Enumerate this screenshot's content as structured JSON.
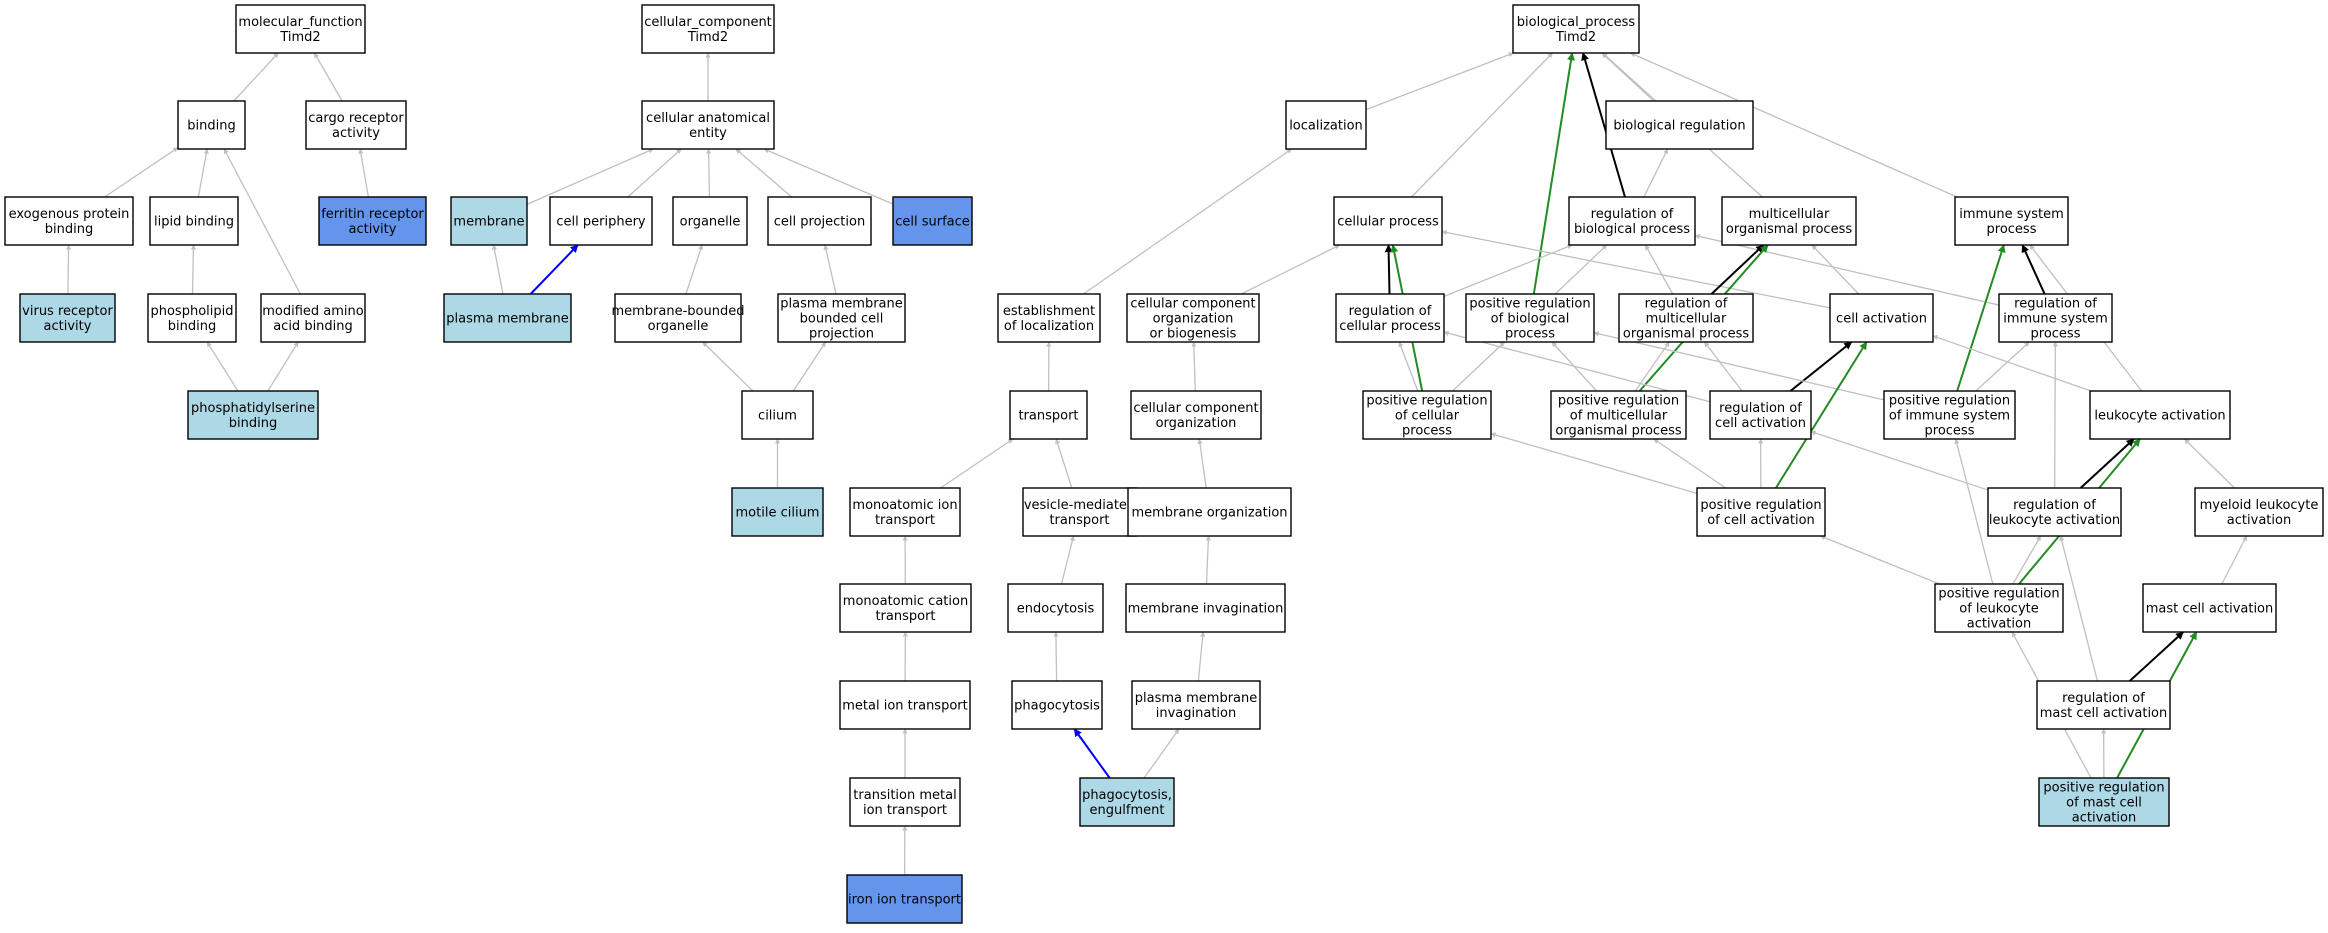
{
  "colors": {
    "white_fill": "#ffffff",
    "light_blue_fill": "#add8e6",
    "blue_fill": "#6495ed",
    "is_a_edge": "#c0c0c0",
    "part_of_edge": "#0000ff",
    "regulates_edge": "#000000",
    "positively_regulates_edge": "#228b22"
  },
  "nodes": [
    {
      "id": "mf_root",
      "lines": [
        "molecular_function",
        "Timd2"
      ],
      "fill": "white"
    },
    {
      "id": "binding",
      "lines": [
        "binding"
      ],
      "fill": "white"
    },
    {
      "id": "cargo_receptor",
      "lines": [
        "cargo receptor",
        "activity"
      ],
      "fill": "white"
    },
    {
      "id": "exo_protein_binding",
      "lines": [
        "exogenous protein",
        "binding"
      ],
      "fill": "white"
    },
    {
      "id": "lipid_binding",
      "lines": [
        "lipid binding"
      ],
      "fill": "white"
    },
    {
      "id": "ferritin_receptor",
      "lines": [
        "ferritin receptor",
        "activity"
      ],
      "fill": "blue"
    },
    {
      "id": "virus_receptor",
      "lines": [
        "virus receptor",
        "activity"
      ],
      "fill": "light_blue"
    },
    {
      "id": "phospholipid_binding",
      "lines": [
        "phospholipid",
        "binding"
      ],
      "fill": "white"
    },
    {
      "id": "modified_aa_binding",
      "lines": [
        "modified amino",
        "acid binding"
      ],
      "fill": "white"
    },
    {
      "id": "phosphatidylserine_binding",
      "lines": [
        "phosphatidylserine",
        "binding"
      ],
      "fill": "light_blue"
    },
    {
      "id": "cc_root",
      "lines": [
        "cellular_component",
        "Timd2"
      ],
      "fill": "white"
    },
    {
      "id": "cell_anat_entity",
      "lines": [
        "cellular anatomical",
        "entity"
      ],
      "fill": "white"
    },
    {
      "id": "membrane",
      "lines": [
        "membrane"
      ],
      "fill": "light_blue"
    },
    {
      "id": "cell_periphery",
      "lines": [
        "cell periphery"
      ],
      "fill": "white"
    },
    {
      "id": "organelle",
      "lines": [
        "organelle"
      ],
      "fill": "white"
    },
    {
      "id": "cell_projection",
      "lines": [
        "cell projection"
      ],
      "fill": "white"
    },
    {
      "id": "cell_surface",
      "lines": [
        "cell surface"
      ],
      "fill": "blue"
    },
    {
      "id": "plasma_membrane",
      "lines": [
        "plasma membrane"
      ],
      "fill": "light_blue"
    },
    {
      "id": "membrane_bounded_organelle",
      "lines": [
        "membrane-bounded",
        "organelle"
      ],
      "fill": "white"
    },
    {
      "id": "pm_bounded_cell_projection",
      "lines": [
        "plasma membrane",
        "bounded cell",
        "projection"
      ],
      "fill": "white"
    },
    {
      "id": "cilium",
      "lines": [
        "cilium"
      ],
      "fill": "white"
    },
    {
      "id": "motile_cilium",
      "lines": [
        "motile cilium"
      ],
      "fill": "light_blue"
    },
    {
      "id": "bp_root",
      "lines": [
        "biological_process",
        "Timd2"
      ],
      "fill": "white"
    },
    {
      "id": "localization",
      "lines": [
        "localization"
      ],
      "fill": "white"
    },
    {
      "id": "biological_regulation",
      "lines": [
        "biological regulation"
      ],
      "fill": "white"
    },
    {
      "id": "cellular_process",
      "lines": [
        "cellular process"
      ],
      "fill": "white"
    },
    {
      "id": "reg_bio_process",
      "lines": [
        "regulation of",
        "biological process"
      ],
      "fill": "white"
    },
    {
      "id": "multicellular_process",
      "lines": [
        "multicellular",
        "organismal process"
      ],
      "fill": "white"
    },
    {
      "id": "immune_system_process",
      "lines": [
        "immune system",
        "process"
      ],
      "fill": "white"
    },
    {
      "id": "establishment_localization",
      "lines": [
        "establishment",
        "of localization"
      ],
      "fill": "white"
    },
    {
      "id": "cc_org_biogenesis",
      "lines": [
        "cellular component",
        "organization",
        "or biogenesis"
      ],
      "fill": "white"
    },
    {
      "id": "reg_cellular_process",
      "lines": [
        "regulation of",
        "cellular process"
      ],
      "fill": "white"
    },
    {
      "id": "pos_reg_bio_process",
      "lines": [
        "positive regulation",
        "of biological",
        "process"
      ],
      "fill": "white"
    },
    {
      "id": "reg_multicellular",
      "lines": [
        "regulation of",
        "multicellular",
        "organismal process"
      ],
      "fill": "white"
    },
    {
      "id": "cell_activation",
      "lines": [
        "cell activation"
      ],
      "fill": "white"
    },
    {
      "id": "reg_immune_system",
      "lines": [
        "regulation of",
        "immune system",
        "process"
      ],
      "fill": "white"
    },
    {
      "id": "transport",
      "lines": [
        "transport"
      ],
      "fill": "white"
    },
    {
      "id": "cc_organization",
      "lines": [
        "cellular component",
        "organization"
      ],
      "fill": "white"
    },
    {
      "id": "pos_reg_cellular_process",
      "lines": [
        "positive regulation",
        "of cellular",
        "process"
      ],
      "fill": "white"
    },
    {
      "id": "pos_reg_multicellular",
      "lines": [
        "positive regulation",
        "of multicellular",
        "organismal process"
      ],
      "fill": "white"
    },
    {
      "id": "reg_cell_activation",
      "lines": [
        "regulation of",
        "cell activation"
      ],
      "fill": "white"
    },
    {
      "id": "pos_reg_immune_system",
      "lines": [
        "positive regulation",
        "of immune system",
        "process"
      ],
      "fill": "white"
    },
    {
      "id": "leukocyte_activation",
      "lines": [
        "leukocyte activation"
      ],
      "fill": "white"
    },
    {
      "id": "monoatomic_ion_transport",
      "lines": [
        "monoatomic ion",
        "transport"
      ],
      "fill": "white"
    },
    {
      "id": "vesicle_transport",
      "lines": [
        "vesicle-mediated",
        "transport"
      ],
      "fill": "white"
    },
    {
      "id": "membrane_organization",
      "lines": [
        "membrane organization"
      ],
      "fill": "white"
    },
    {
      "id": "pos_reg_cell_activation",
      "lines": [
        "positive regulation",
        "of cell activation"
      ],
      "fill": "white"
    },
    {
      "id": "reg_leukocyte_activation",
      "lines": [
        "regulation of",
        "leukocyte activation"
      ],
      "fill": "white"
    },
    {
      "id": "myeloid_leukocyte_activation",
      "lines": [
        "myeloid leukocyte",
        "activation"
      ],
      "fill": "white"
    },
    {
      "id": "monoatomic_cation_transport",
      "lines": [
        "monoatomic cation",
        "transport"
      ],
      "fill": "white"
    },
    {
      "id": "endocytosis",
      "lines": [
        "endocytosis"
      ],
      "fill": "white"
    },
    {
      "id": "membrane_invagination",
      "lines": [
        "membrane invagination"
      ],
      "fill": "white"
    },
    {
      "id": "pos_reg_leukocyte_activation",
      "lines": [
        "positive regulation",
        "of leukocyte",
        "activation"
      ],
      "fill": "white"
    },
    {
      "id": "mast_cell_activation",
      "lines": [
        "mast cell activation"
      ],
      "fill": "white"
    },
    {
      "id": "metal_ion_transport",
      "lines": [
        "metal ion transport"
      ],
      "fill": "white"
    },
    {
      "id": "phagocytosis",
      "lines": [
        "phagocytosis"
      ],
      "fill": "white"
    },
    {
      "id": "pm_invagination",
      "lines": [
        "plasma membrane",
        "invagination"
      ],
      "fill": "white"
    },
    {
      "id": "reg_mast_cell_activation",
      "lines": [
        "regulation of",
        "mast cell activation"
      ],
      "fill": "white"
    },
    {
      "id": "transition_metal_transport",
      "lines": [
        "transition metal",
        "ion transport"
      ],
      "fill": "white"
    },
    {
      "id": "phagocytosis_engulfment",
      "lines": [
        "phagocytosis,",
        "engulfment"
      ],
      "fill": "light_blue"
    },
    {
      "id": "pos_reg_mast_cell_activation",
      "lines": [
        "positive regulation",
        "of mast cell",
        "activation"
      ],
      "fill": "light_blue"
    },
    {
      "id": "iron_ion_transport",
      "lines": [
        "iron ion transport"
      ],
      "fill": "blue"
    }
  ],
  "edges": [
    {
      "from": "binding",
      "to": "mf_root",
      "type": "is_a"
    },
    {
      "from": "cargo_receptor",
      "to": "mf_root",
      "type": "is_a"
    },
    {
      "from": "exo_protein_binding",
      "to": "binding",
      "type": "is_a"
    },
    {
      "from": "lipid_binding",
      "to": "binding",
      "type": "is_a"
    },
    {
      "from": "modified_aa_binding",
      "to": "binding",
      "type": "is_a"
    },
    {
      "from": "ferritin_receptor",
      "to": "cargo_receptor",
      "type": "is_a"
    },
    {
      "from": "virus_receptor",
      "to": "exo_protein_binding",
      "type": "is_a"
    },
    {
      "from": "phospholipid_binding",
      "to": "lipid_binding",
      "type": "is_a"
    },
    {
      "from": "phosphatidylserine_binding",
      "to": "phospholipid_binding",
      "type": "is_a"
    },
    {
      "from": "phosphatidylserine_binding",
      "to": "modified_aa_binding",
      "type": "is_a"
    },
    {
      "from": "cell_anat_entity",
      "to": "cc_root",
      "type": "is_a"
    },
    {
      "from": "membrane",
      "to": "cell_anat_entity",
      "type": "is_a"
    },
    {
      "from": "cell_periphery",
      "to": "cell_anat_entity",
      "type": "is_a"
    },
    {
      "from": "organelle",
      "to": "cell_anat_entity",
      "type": "is_a"
    },
    {
      "from": "cell_projection",
      "to": "cell_anat_entity",
      "type": "is_a"
    },
    {
      "from": "cell_surface",
      "to": "cell_anat_entity",
      "type": "is_a"
    },
    {
      "from": "plasma_membrane",
      "to": "membrane",
      "type": "is_a"
    },
    {
      "from": "plasma_membrane",
      "to": "cell_periphery",
      "type": "part_of"
    },
    {
      "from": "membrane_bounded_organelle",
      "to": "organelle",
      "type": "is_a"
    },
    {
      "from": "pm_bounded_cell_projection",
      "to": "cell_projection",
      "type": "is_a"
    },
    {
      "from": "cilium",
      "to": "membrane_bounded_organelle",
      "type": "is_a"
    },
    {
      "from": "cilium",
      "to": "pm_bounded_cell_projection",
      "type": "is_a"
    },
    {
      "from": "motile_cilium",
      "to": "cilium",
      "type": "is_a"
    },
    {
      "from": "localization",
      "to": "bp_root",
      "type": "is_a"
    },
    {
      "from": "cellular_process",
      "to": "bp_root",
      "type": "is_a"
    },
    {
      "from": "biological_regulation",
      "to": "bp_root",
      "type": "is_a"
    },
    {
      "from": "reg_bio_process",
      "to": "bp_root",
      "type": "regulates"
    },
    {
      "from": "pos_reg_bio_process",
      "to": "bp_root",
      "type": "positively_regulates"
    },
    {
      "from": "multicellular_process",
      "to": "bp_root",
      "type": "is_a"
    },
    {
      "from": "immune_system_process",
      "to": "bp_root",
      "type": "is_a"
    },
    {
      "from": "reg_bio_process",
      "to": "biological_regulation",
      "type": "is_a"
    },
    {
      "from": "establishment_localization",
      "to": "localization",
      "type": "is_a"
    },
    {
      "from": "cc_org_biogenesis",
      "to": "cellular_process",
      "type": "is_a"
    },
    {
      "from": "reg_cellular_process",
      "to": "cellular_process",
      "type": "regulates"
    },
    {
      "from": "cell_activation",
      "to": "cellular_process",
      "type": "is_a"
    },
    {
      "from": "pos_reg_cellular_process",
      "to": "cellular_process",
      "type": "positively_regulates"
    },
    {
      "from": "reg_cellular_process",
      "to": "reg_bio_process",
      "type": "is_a"
    },
    {
      "from": "pos_reg_bio_process",
      "to": "reg_bio_process",
      "type": "is_a"
    },
    {
      "from": "reg_multicellular",
      "to": "reg_bio_process",
      "type": "is_a"
    },
    {
      "from": "reg_immune_system",
      "to": "reg_bio_process",
      "type": "is_a"
    },
    {
      "from": "reg_multicellular",
      "to": "multicellular_process",
      "type": "regulates"
    },
    {
      "from": "pos_reg_multicellular",
      "to": "multicellular_process",
      "type": "positively_regulates"
    },
    {
      "from": "cell_activation",
      "to": "multicellular_process",
      "type": "is_a"
    },
    {
      "from": "reg_immune_system",
      "to": "immune_system_process",
      "type": "regulates"
    },
    {
      "from": "pos_reg_immune_system",
      "to": "immune_system_process",
      "type": "positively_regulates"
    },
    {
      "from": "leukocyte_activation",
      "to": "immune_system_process",
      "type": "is_a"
    },
    {
      "from": "transport",
      "to": "establishment_localization",
      "type": "is_a"
    },
    {
      "from": "cc_organization",
      "to": "cc_org_biogenesis",
      "type": "is_a"
    },
    {
      "from": "pos_reg_cellular_process",
      "to": "reg_cellular_process",
      "type": "is_a"
    },
    {
      "from": "pos_reg_cellular_process",
      "to": "pos_reg_bio_process",
      "type": "is_a"
    },
    {
      "from": "pos_reg_multicellular",
      "to": "pos_reg_bio_process",
      "type": "is_a"
    },
    {
      "from": "pos_reg_multicellular",
      "to": "reg_multicellular",
      "type": "is_a"
    },
    {
      "from": "reg_cell_activation",
      "to": "reg_cellular_process",
      "type": "is_a"
    },
    {
      "from": "reg_cell_activation",
      "to": "reg_multicellular",
      "type": "is_a"
    },
    {
      "from": "reg_cell_activation",
      "to": "cell_activation",
      "type": "regulates"
    },
    {
      "from": "pos_reg_immune_system",
      "to": "reg_immune_system",
      "type": "is_a"
    },
    {
      "from": "pos_reg_immune_system",
      "to": "pos_reg_bio_process",
      "type": "is_a"
    },
    {
      "from": "leukocyte_activation",
      "to": "cell_activation",
      "type": "is_a"
    },
    {
      "from": "monoatomic_ion_transport",
      "to": "transport",
      "type": "is_a"
    },
    {
      "from": "vesicle_transport",
      "to": "transport",
      "type": "is_a"
    },
    {
      "from": "membrane_organization",
      "to": "cc_organization",
      "type": "is_a"
    },
    {
      "from": "pos_reg_cell_activation",
      "to": "pos_reg_cellular_process",
      "type": "is_a"
    },
    {
      "from": "pos_reg_cell_activation",
      "to": "pos_reg_multicellular",
      "type": "is_a"
    },
    {
      "from": "pos_reg_cell_activation",
      "to": "reg_cell_activation",
      "type": "is_a"
    },
    {
      "from": "pos_reg_cell_activation",
      "to": "cell_activation",
      "type": "positively_regulates"
    },
    {
      "from": "reg_leukocyte_activation",
      "to": "reg_cell_activation",
      "type": "is_a"
    },
    {
      "from": "reg_leukocyte_activation",
      "to": "reg_immune_system",
      "type": "is_a"
    },
    {
      "from": "reg_leukocyte_activation",
      "to": "leukocyte_activation",
      "type": "regulates"
    },
    {
      "from": "myeloid_leukocyte_activation",
      "to": "leukocyte_activation",
      "type": "is_a"
    },
    {
      "from": "monoatomic_cation_transport",
      "to": "monoatomic_ion_transport",
      "type": "is_a"
    },
    {
      "from": "endocytosis",
      "to": "vesicle_transport",
      "type": "is_a"
    },
    {
      "from": "membrane_invagination",
      "to": "membrane_organization",
      "type": "is_a"
    },
    {
      "from": "pos_reg_leukocyte_activation",
      "to": "pos_reg_cell_activation",
      "type": "is_a"
    },
    {
      "from": "pos_reg_leukocyte_activation",
      "to": "reg_leukocyte_activation",
      "type": "is_a"
    },
    {
      "from": "pos_reg_leukocyte_activation",
      "to": "pos_reg_immune_system",
      "type": "is_a"
    },
    {
      "from": "pos_reg_leukocyte_activation",
      "to": "leukocyte_activation",
      "type": "positively_regulates"
    },
    {
      "from": "mast_cell_activation",
      "to": "myeloid_leukocyte_activation",
      "type": "is_a"
    },
    {
      "from": "metal_ion_transport",
      "to": "monoatomic_cation_transport",
      "type": "is_a"
    },
    {
      "from": "phagocytosis",
      "to": "endocytosis",
      "type": "is_a"
    },
    {
      "from": "pm_invagination",
      "to": "membrane_invagination",
      "type": "is_a"
    },
    {
      "from": "reg_mast_cell_activation",
      "to": "reg_leukocyte_activation",
      "type": "is_a"
    },
    {
      "from": "reg_mast_cell_activation",
      "to": "mast_cell_activation",
      "type": "regulates"
    },
    {
      "from": "transition_metal_transport",
      "to": "metal_ion_transport",
      "type": "is_a"
    },
    {
      "from": "phagocytosis_engulfment",
      "to": "phagocytosis",
      "type": "part_of"
    },
    {
      "from": "phagocytosis_engulfment",
      "to": "pm_invagination",
      "type": "is_a"
    },
    {
      "from": "pos_reg_mast_cell_activation",
      "to": "pos_reg_leukocyte_activation",
      "type": "is_a"
    },
    {
      "from": "pos_reg_mast_cell_activation",
      "to": "reg_mast_cell_activation",
      "type": "is_a"
    },
    {
      "from": "pos_reg_mast_cell_activation",
      "to": "mast_cell_activation",
      "type": "positively_regulates"
    },
    {
      "from": "iron_ion_transport",
      "to": "transition_metal_transport",
      "type": "is_a"
    }
  ]
}
